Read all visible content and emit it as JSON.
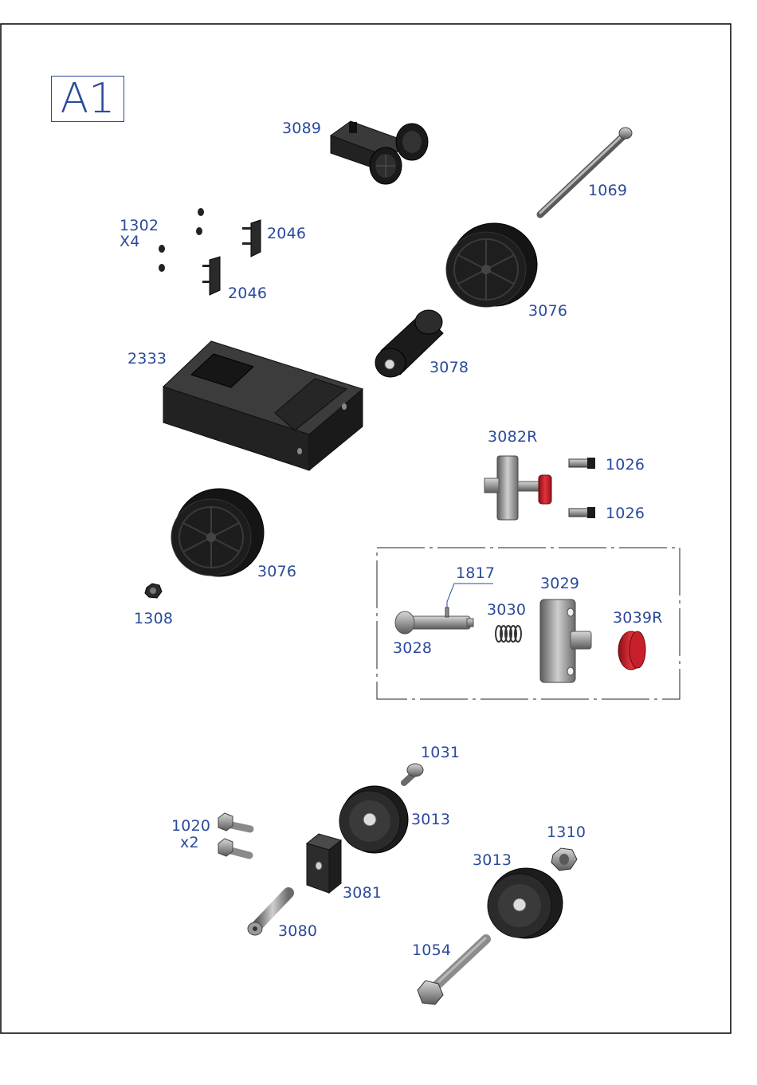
{
  "sheet": {
    "id": "A1"
  },
  "colors": {
    "label": "#2b4a9c",
    "part_dark": "#2a2a2a",
    "part_grey": "#8a8a8a",
    "part_red": "#c8202a",
    "border": "#000000"
  },
  "labels": {
    "p3089": "3089",
    "p1069": "1069",
    "p1302": "1302",
    "p1302_qty": "X4",
    "p2046_a": "2046",
    "p2046_b": "2046",
    "p3076_a": "3076",
    "p2333": "2333",
    "p3078": "3078",
    "p3082R": "3082R",
    "p1026_a": "1026",
    "p1026_b": "1026",
    "p3076_b": "3076",
    "p1308": "1308",
    "p1817": "1817",
    "p3029": "3029",
    "p3030": "3030",
    "p3039R": "3039R",
    "p3028": "3028",
    "p1031": "1031",
    "p3013_a": "3013",
    "p1020": "1020",
    "p1020_qty": "x2",
    "p1310": "1310",
    "p3013_b": "3013",
    "p3081": "3081",
    "p3080": "3080",
    "p1054": "1054"
  }
}
